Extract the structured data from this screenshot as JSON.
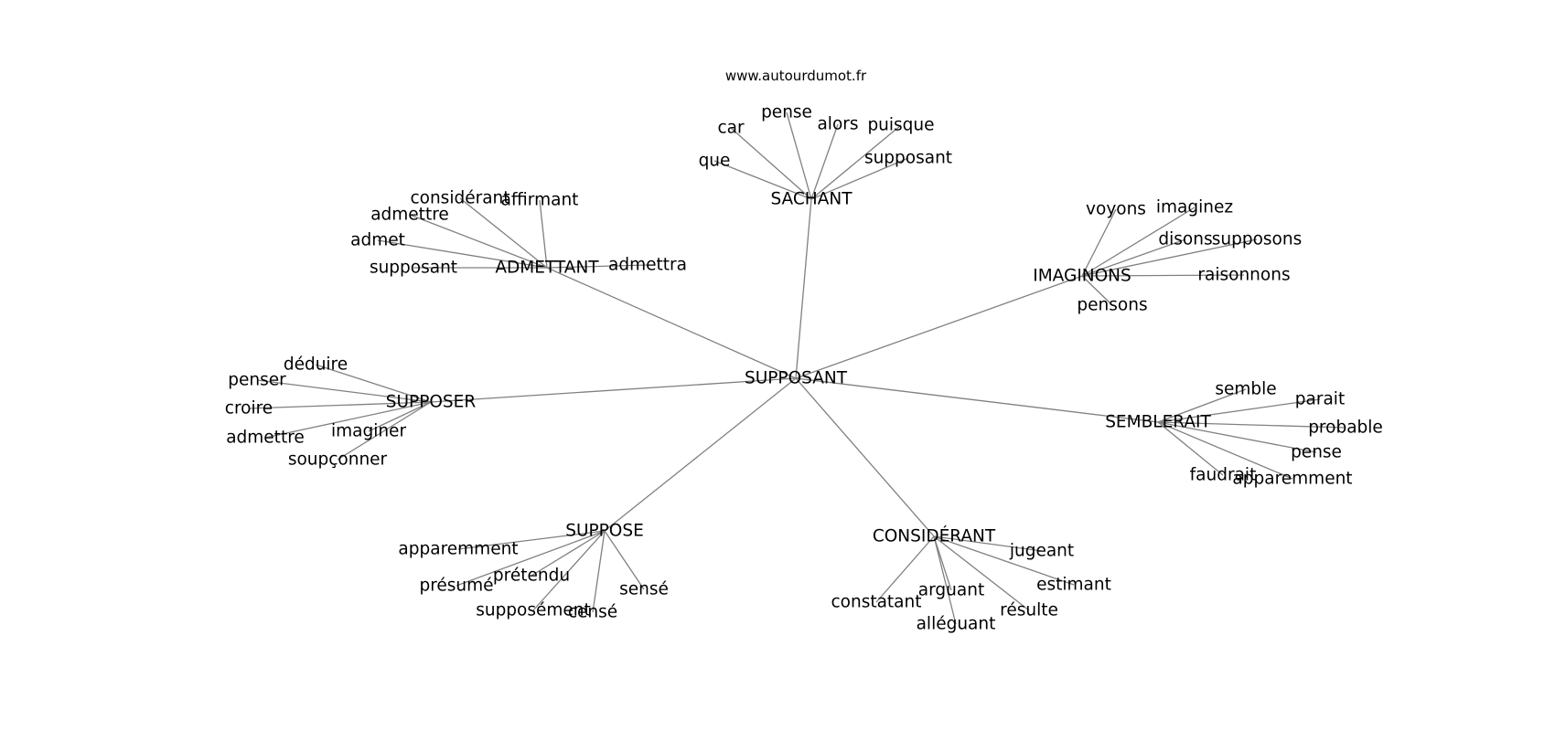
{
  "site": "www.autourdumot.fr",
  "style": {
    "edge_color": "#808080",
    "text_color": "#000000",
    "background": "#ffffff"
  },
  "graph": {
    "center": "SUPPOSANT",
    "clusters": [
      {
        "hub": "SACHANT",
        "words": [
          "que",
          "car",
          "pense",
          "alors",
          "puisque",
          "supposant"
        ]
      },
      {
        "hub": "ADMETTANT",
        "words": [
          "considérant",
          "affirmant",
          "admettre",
          "admet",
          "supposant",
          "admettra"
        ]
      },
      {
        "hub": "IMAGINONS",
        "words": [
          "voyons",
          "imaginez",
          "disons",
          "supposons",
          "raisonnons",
          "pensons"
        ]
      },
      {
        "hub": "SUPPOSER",
        "words": [
          "déduire",
          "penser",
          "croire",
          "admettre",
          "imaginer",
          "soupçonner"
        ]
      },
      {
        "hub": "SEMBLERAIT",
        "words": [
          "semble",
          "parait",
          "probable",
          "pense",
          "faudrait",
          "apparemment"
        ]
      },
      {
        "hub": "SUPPOSE",
        "words": [
          "apparemment",
          "prétendu",
          "présumé",
          "supposément",
          "censé",
          "sensé"
        ]
      },
      {
        "hub": "CONSIDÉRANT",
        "words": [
          "jugeant",
          "estimant",
          "résulte",
          "arguant",
          "alléguant",
          "constatant"
        ]
      }
    ]
  }
}
